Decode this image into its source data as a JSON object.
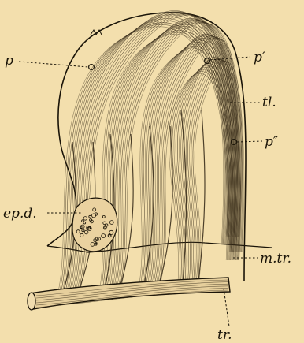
{
  "figure": {
    "labels": {
      "p": "p",
      "p_prime": "p′",
      "tl": "tl.",
      "p_double_prime": "p″",
      "ep_d": "ep.d.",
      "m_tr": "m.tr.",
      "tr": "tr."
    },
    "colors": {
      "paper": "#f3dfad",
      "ink": "#1a1408",
      "fibre": "#3b2f1c"
    }
  }
}
